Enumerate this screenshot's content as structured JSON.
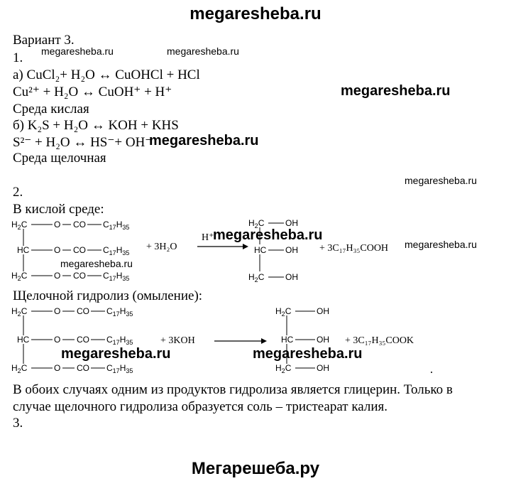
{
  "header": {
    "site": "megaresheba.ru"
  },
  "variant": "Вариант 3.",
  "q1": {
    "number": "1.",
    "a_label": "а)",
    "a_eq1": "CuCl₂+ H₂O ↔ CuOHCl + HCl",
    "a_eq2": "Cu²⁺ + H₂O ↔ CuOH⁺ + H⁺",
    "a_env": "Среда кислая",
    "b_label": "б)",
    "b_eq1": "K₂S + H₂O ↔ KOH + KHS",
    "b_eq2": "S²⁻ + H₂O ↔ HS⁻+ OH⁻",
    "b_env": "Среда щелочная"
  },
  "q2": {
    "number": "2.",
    "acid_title": "В кислой среде:",
    "acid_reagent": "+ 3H₂O",
    "acid_catalyst": "H⁺",
    "acid_product": "+ 3C₁₇H₃₅COOH",
    "alkali_title": "Щелочной гидролиз (омыление):",
    "alkali_reagent": "+ 3KOH",
    "alkali_product": "+ 3C₁₇H₃₅COOK",
    "conclusion_line1": "В обоих случаях одним из продуктов гидролиза является глицерин. Только в",
    "conclusion_line2": "случае щелочного гидролиза образуется соль – тристеарат калия."
  },
  "q3": {
    "number": "3."
  },
  "structure_labels": {
    "h2c": "H₂C",
    "hc": "HC",
    "o": "O",
    "co": "CO",
    "c17h35": "C₁₇H₃₅",
    "oh": "OH"
  },
  "watermarks": {
    "small": "megaresheba.ru",
    "big": "megaresheba.ru"
  },
  "footer": {
    "site": "Мегарешеба.ру"
  }
}
